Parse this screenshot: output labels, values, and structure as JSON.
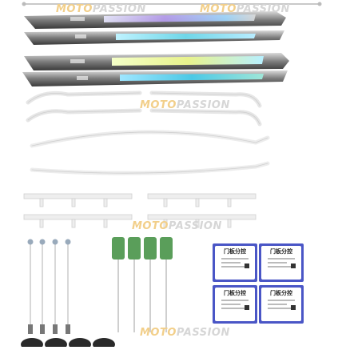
{
  "watermark": {
    "text_part1": "MOTO",
    "text_part2": "PASSION",
    "color_orange": "#f2cf8a",
    "color_gray": "#d6d6d6"
  },
  "labels": [
    {
      "title": "门板分控"
    },
    {
      "title": "门板分控"
    },
    {
      "title": "门板分控"
    },
    {
      "title": "门板分控"
    }
  ],
  "colors": {
    "label_box": "#4a56c6",
    "plate_body": "#8a8a8a",
    "frame_white": "#f3f3f3",
    "sensor_green": "#5a9e5a"
  }
}
